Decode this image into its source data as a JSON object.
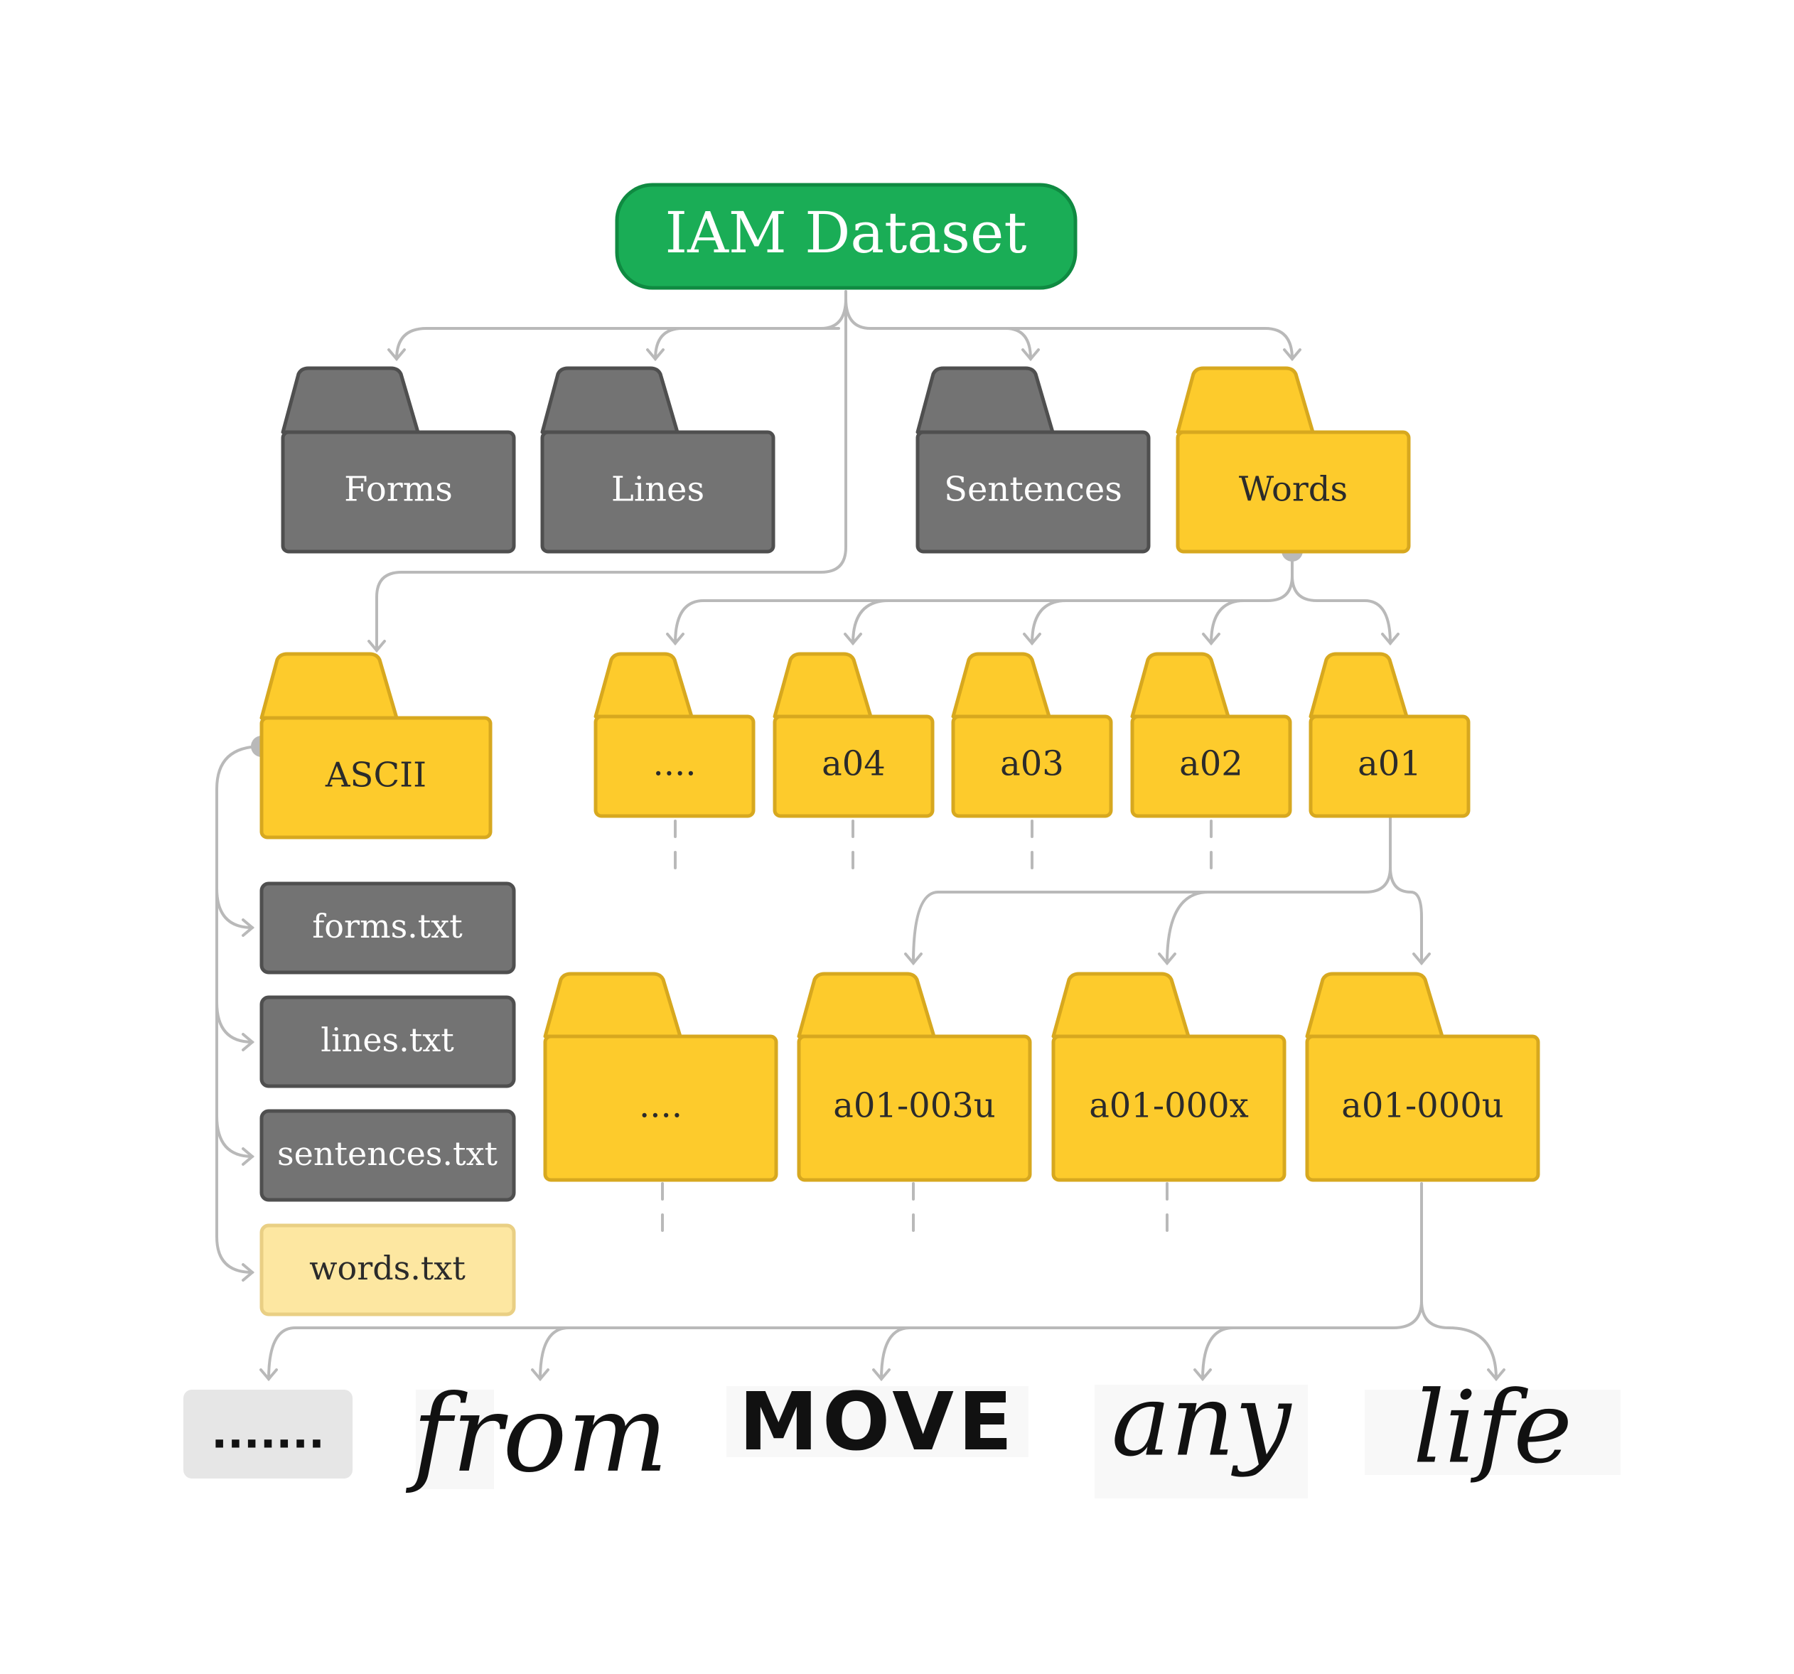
{
  "root": {
    "label": "IAM Dataset",
    "color": "#1aad56"
  },
  "top_folders": [
    {
      "id": "forms",
      "label": "Forms",
      "state": "inactive"
    },
    {
      "id": "lines",
      "label": "Lines",
      "state": "inactive"
    },
    {
      "id": "sentences",
      "label": "Sentences",
      "state": "inactive"
    },
    {
      "id": "words",
      "label": "Words",
      "state": "active"
    }
  ],
  "ascii_folder": {
    "label": "ASCII",
    "state": "active"
  },
  "ascii_files": [
    {
      "label": "forms.txt",
      "state": "inactive"
    },
    {
      "label": "lines.txt",
      "state": "inactive"
    },
    {
      "label": "sentences.txt",
      "state": "inactive"
    },
    {
      "label": "words.txt",
      "state": "highlighted"
    }
  ],
  "word_subfolders": [
    {
      "label": "....",
      "state": "active"
    },
    {
      "label": "a04",
      "state": "active"
    },
    {
      "label": "a03",
      "state": "active"
    },
    {
      "label": "a02",
      "state": "active"
    },
    {
      "label": "a01",
      "state": "active"
    }
  ],
  "a01_subfolders": [
    {
      "label": "....",
      "state": "active"
    },
    {
      "label": "a01-003u",
      "state": "active"
    },
    {
      "label": "a01-000x",
      "state": "active"
    },
    {
      "label": "a01-000u",
      "state": "active"
    }
  ],
  "word_samples": [
    {
      "label": ".......",
      "kind": "placeholder"
    },
    {
      "label": "from",
      "kind": "handwriting"
    },
    {
      "label": "MOVE",
      "kind": "handwriting"
    },
    {
      "label": "any",
      "kind": "handwriting"
    },
    {
      "label": "life",
      "kind": "handwriting"
    }
  ],
  "colors": {
    "active_fill": "#fdcb2c",
    "active_stroke": "#d7a81f",
    "inactive_fill": "#737373",
    "inactive_stroke": "#4f4f4f",
    "highlight_fill": "#fde7a1",
    "connector": "#b9b9b9",
    "placeholder_fill": "#e6e6e6"
  }
}
